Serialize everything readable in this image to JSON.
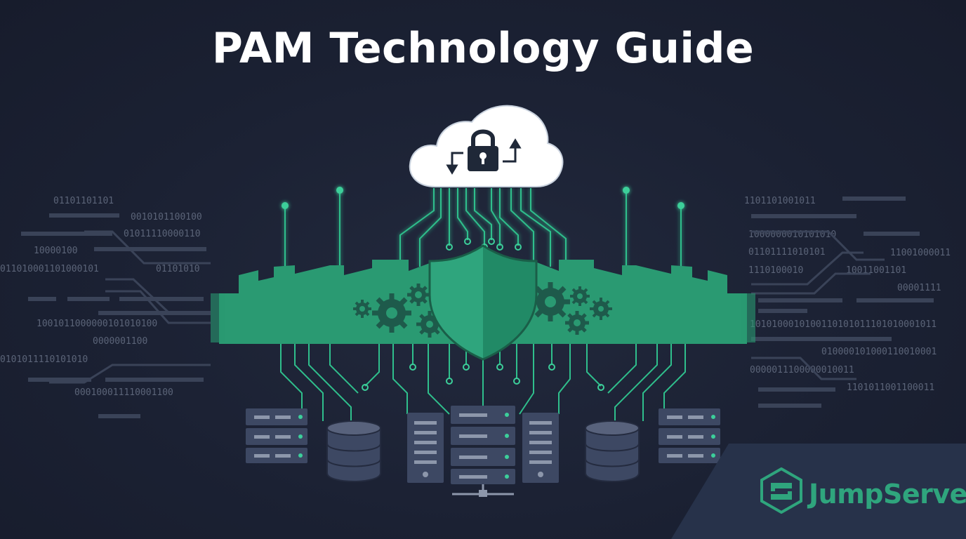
{
  "title": "PAM Technology Guide",
  "brand": {
    "name": "JumpServer"
  },
  "binary_left": [
    "01101101101",
    "0010101100100",
    "01011110000110",
    "10000100",
    "011010001101000101",
    "01101010",
    "1001011000000101010100",
    "0000001100",
    "0101011110101010",
    "000100011110001100"
  ],
  "binary_right": [
    "1101101001011",
    "1000000010101010",
    "01101111010101",
    "11001000011",
    "1110100010",
    "10011001101",
    "00001111",
    "1010100010100110101011101010001011",
    "010000101000110010001",
    "0000011100000010011",
    "1101011001100011"
  ],
  "icons": [
    "cloud-icon",
    "padlock-icon",
    "sync-arrows-icon",
    "shield-icon",
    "gear-icon",
    "server-rack-icon",
    "database-icon",
    "jumpserver-logo-icon"
  ],
  "colors": {
    "background": "#1c2234",
    "accent": "#2a9a72",
    "accent_light": "#3ccf9a",
    "device": "#3d4863",
    "brand_text": "#2fa57d"
  }
}
